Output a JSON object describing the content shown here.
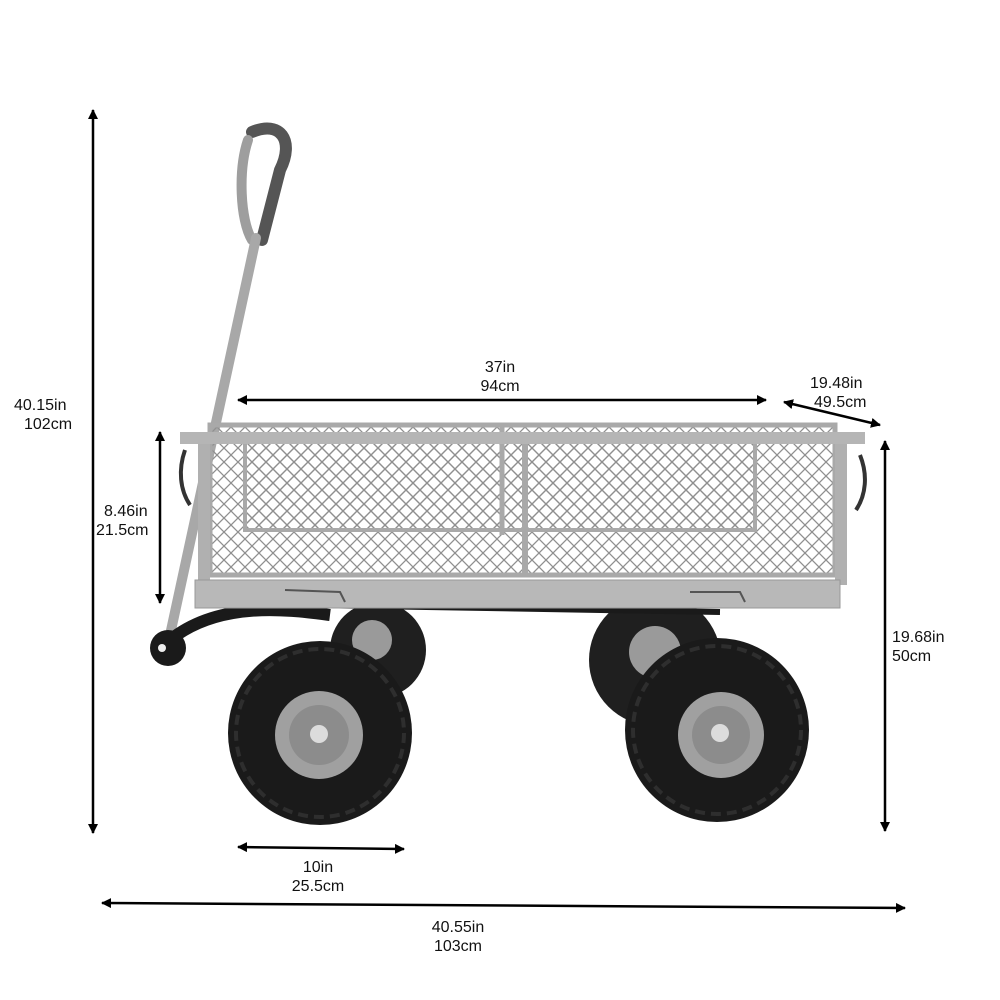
{
  "dimensions": {
    "overall_height": {
      "imperial": "40.15in",
      "metric": "102cm"
    },
    "bed_length": {
      "imperial": "37in",
      "metric": "94cm"
    },
    "bed_width": {
      "imperial": "19.48in",
      "metric": "49.5cm"
    },
    "side_height": {
      "imperial": "8.46in",
      "metric": "21.5cm"
    },
    "bed_height": {
      "imperial": "19.68in",
      "metric": "50cm"
    },
    "wheel_diameter": {
      "imperial": "10in",
      "metric": "25.5cm"
    },
    "overall_length": {
      "imperial": "40.55in",
      "metric": "103cm"
    }
  },
  "colors": {
    "frame": "#b5b5b5",
    "tire": "#1a1a1a",
    "hub": "#9a9a9a",
    "arrow": "#000000"
  }
}
